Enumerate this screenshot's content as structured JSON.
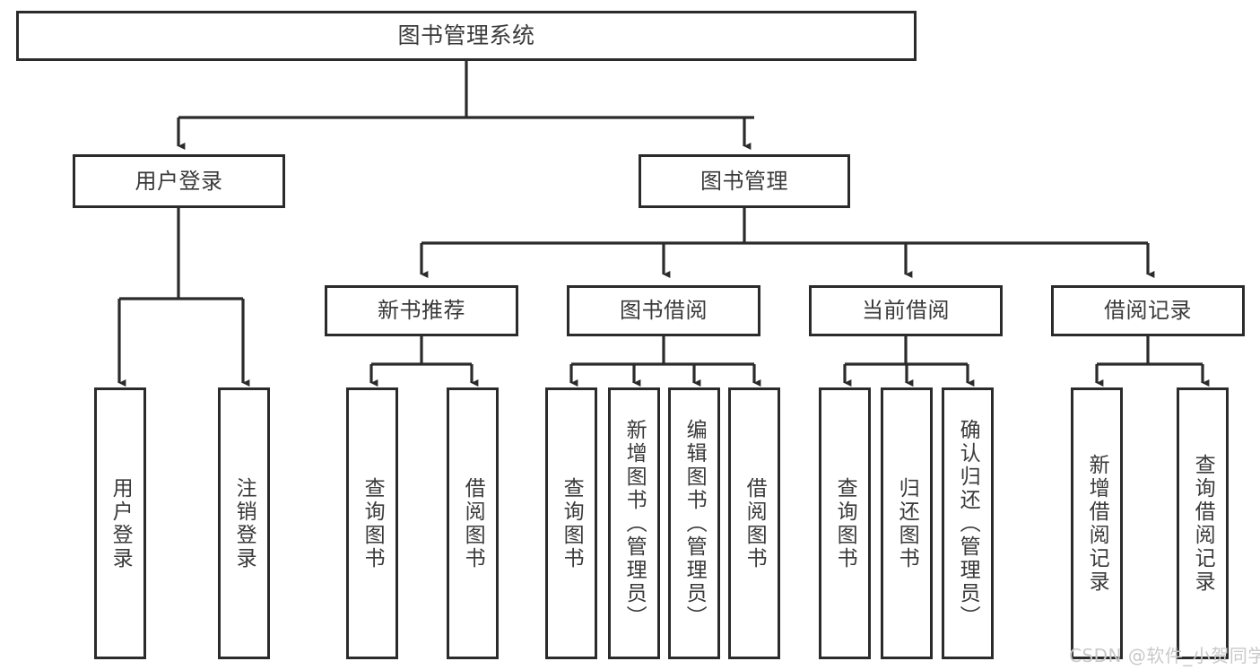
{
  "diagram": {
    "title": "图书管理系统",
    "type": "hierarchy-tree",
    "watermark": "CSDN @软件_小贺同学",
    "colors": {
      "box_border": "#2b2b2b",
      "box_fill": "#ffffff",
      "text": "#3a3a3a",
      "edge": "#2b2b2b",
      "watermark": "#c9c9c9",
      "background": "#ffffff"
    },
    "nodes": {
      "root": {
        "label": "图书管理系统"
      },
      "level2": [
        {
          "id": "user-login",
          "label": "用户登录"
        },
        {
          "id": "book-management",
          "label": "图书管理"
        }
      ],
      "level3": [
        {
          "id": "new-book-recommend",
          "label": "新书推荐"
        },
        {
          "id": "book-borrow",
          "label": "图书借阅"
        },
        {
          "id": "current-borrow",
          "label": "当前借阅"
        },
        {
          "id": "borrow-record",
          "label": "借阅记录"
        }
      ],
      "leaves": {
        "user_login": [
          {
            "id": "leaf-user-login",
            "label": "用户登录"
          },
          {
            "id": "leaf-logout-login",
            "label": "注销登录"
          }
        ],
        "new_book_recommend": [
          {
            "id": "leaf-query-book-1",
            "label": "查询图书"
          },
          {
            "id": "leaf-borrow-book-1",
            "label": "借阅图书"
          }
        ],
        "book_borrow": [
          {
            "id": "leaf-query-book-2",
            "label": "查询图书"
          },
          {
            "id": "leaf-add-book",
            "label": "新增图书（管理员）"
          },
          {
            "id": "leaf-edit-book",
            "label": "编辑图书（管理员）"
          },
          {
            "id": "leaf-borrow-book-2",
            "label": "借阅图书"
          }
        ],
        "current_borrow": [
          {
            "id": "leaf-query-book-3",
            "label": "查询图书"
          },
          {
            "id": "leaf-return-book",
            "label": "归还图书"
          },
          {
            "id": "leaf-confirm-return",
            "label": "确认归还（管理员）"
          }
        ],
        "borrow_record": [
          {
            "id": "leaf-add-record",
            "label": "新增借阅记录"
          },
          {
            "id": "leaf-query-record",
            "label": "查询借阅记录"
          }
        ]
      }
    }
  }
}
